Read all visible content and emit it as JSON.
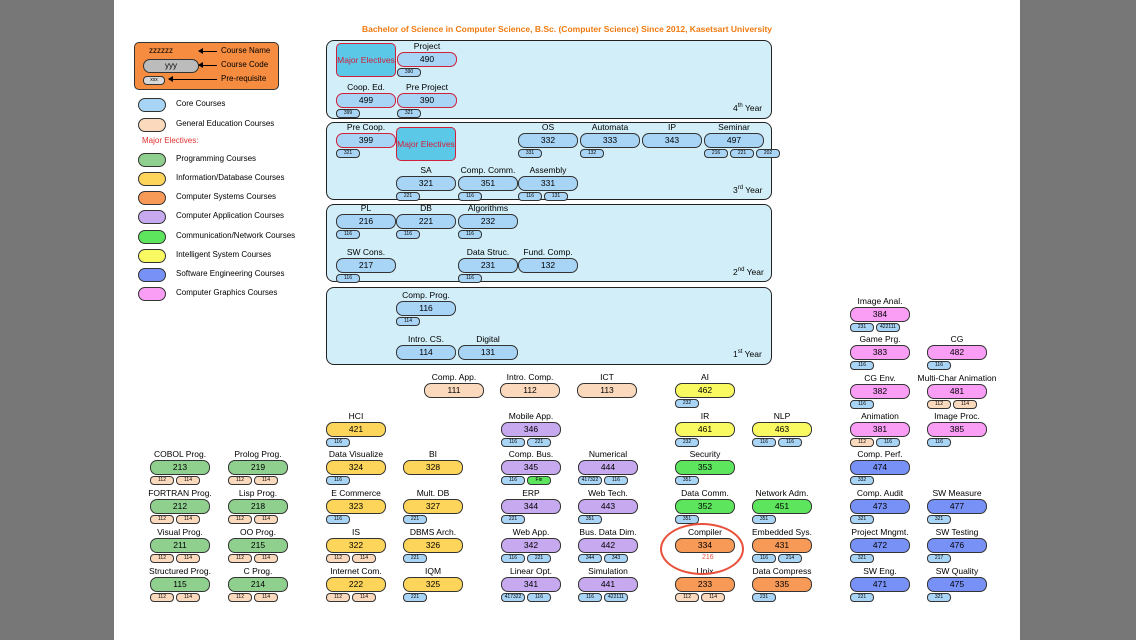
{
  "title": "Bachelor of Science in Computer Science, B.Sc. (Computer Science) Since 2012, Kasetsart University",
  "colors": {
    "core": "#a8d4f5",
    "gened": "#fbd9bd",
    "programming": "#8fd08f",
    "infodb": "#fdd55a",
    "systems": "#f79a58",
    "application": "#c7a9ef",
    "network": "#5de65d",
    "intelligent": "#f9f961",
    "swe": "#7891f7",
    "graphics": "#f99df5",
    "elective": "#5cc8e8"
  },
  "legend": {
    "sample_name": "zzzzzz",
    "sample_code": "yyy",
    "sample_pre": "xxx",
    "course_name_label": "Course Name",
    "course_code_label": "Course Code",
    "prereq_label": "Pre-requisite",
    "major_electives_label": "Major Electives:",
    "categories": [
      {
        "label": "Core Courses",
        "color": "core"
      },
      {
        "label": "General Education Courses",
        "color": "gened"
      },
      {
        "label": "Programming Courses",
        "color": "programming"
      },
      {
        "label": "Information/Database Courses",
        "color": "infodb"
      },
      {
        "label": "Computer Systems Courses",
        "color": "systems"
      },
      {
        "label": "Computer Application Courses",
        "color": "application"
      },
      {
        "label": "Communication/Network Courses",
        "color": "network"
      },
      {
        "label": "Intelligent System Courses",
        "color": "intelligent"
      },
      {
        "label": "Software Engineering Courses",
        "color": "swe"
      },
      {
        "label": "Computer Graphics Courses",
        "color": "graphics"
      }
    ]
  },
  "years": [
    {
      "label": "4",
      "suffix": "th",
      "word": " Year"
    },
    {
      "label": "3",
      "suffix": "rd",
      "word": " Year"
    },
    {
      "label": "2",
      "suffix": "nd",
      "word": " Year"
    },
    {
      "label": "1",
      "suffix": "st",
      "word": " Year"
    }
  ],
  "major_electives_box": "Major Electives",
  "courses": [
    {
      "name": "Project",
      "code": "490",
      "color": "core",
      "red": true,
      "pre": [
        "390"
      ]
    },
    {
      "name": "Coop. Ed.",
      "code": "499",
      "color": "core",
      "red": true,
      "pre": [
        "399"
      ]
    },
    {
      "name": "Pre Project",
      "code": "390",
      "color": "core",
      "red": true,
      "pre": [
        "321"
      ]
    },
    {
      "name": "Pre Coop.",
      "code": "399",
      "color": "core",
      "red": true,
      "pre": [
        "321"
      ]
    },
    {
      "name": "OS",
      "code": "332",
      "color": "core",
      "pre": [
        "331"
      ]
    },
    {
      "name": "Automata",
      "code": "333",
      "color": "core",
      "pre": [
        "132"
      ]
    },
    {
      "name": "IP",
      "code": "343",
      "color": "core",
      "pre": []
    },
    {
      "name": "Seminar",
      "code": "497",
      "color": "core",
      "pre": [
        "216",
        "221",
        "202"
      ]
    },
    {
      "name": "SA",
      "code": "321",
      "color": "core",
      "pre": [
        "221"
      ]
    },
    {
      "name": "Comp. Comm.",
      "code": "351",
      "color": "core",
      "pre": [
        "116"
      ]
    },
    {
      "name": "Assembly",
      "code": "331",
      "color": "core",
      "pre": [
        "116",
        "131"
      ]
    },
    {
      "name": "PL",
      "code": "216",
      "color": "core",
      "pre": [
        "116"
      ]
    },
    {
      "name": "DB",
      "code": "221",
      "color": "core",
      "pre": [
        "116"
      ]
    },
    {
      "name": "Algorithms",
      "code": "232",
      "color": "core",
      "pre": [
        "116"
      ]
    },
    {
      "name": "SW Cons.",
      "code": "217",
      "color": "core",
      "pre": [
        "116"
      ]
    },
    {
      "name": "Data Struc.",
      "code": "231",
      "color": "core",
      "pre": [
        "116"
      ]
    },
    {
      "name": "Fund. Comp.",
      "code": "132",
      "color": "core",
      "pre": []
    },
    {
      "name": "Comp. Prog.",
      "code": "116",
      "color": "core",
      "pre": [
        "114"
      ]
    },
    {
      "name": "Intro. CS.",
      "code": "114",
      "color": "core",
      "pre": []
    },
    {
      "name": "Digital",
      "code": "131",
      "color": "core",
      "pre": []
    },
    {
      "name": "Comp. App.",
      "code": "111",
      "color": "gened",
      "pre": []
    },
    {
      "name": "Intro. Comp.",
      "code": "112",
      "color": "gened",
      "pre": []
    },
    {
      "name": "ICT",
      "code": "113",
      "color": "gened",
      "pre": []
    },
    {
      "name": "AI",
      "code": "462",
      "color": "intelligent",
      "pre": [
        "232"
      ]
    },
    {
      "name": "HCI",
      "code": "421",
      "color": "infodb",
      "pre": [
        "116"
      ]
    },
    {
      "name": "Mobile App.",
      "code": "346",
      "color": "application",
      "pre": [
        "116",
        "221"
      ]
    },
    {
      "name": "IR",
      "code": "461",
      "color": "intelligent",
      "pre": [
        "232"
      ]
    },
    {
      "name": "NLP",
      "code": "463",
      "color": "intelligent",
      "pre": [
        "116",
        "116"
      ]
    },
    {
      "name": "COBOL Prog.",
      "code": "213",
      "color": "programming",
      "pre": [
        "112",
        "114"
      ]
    },
    {
      "name": "Prolog Prog.",
      "code": "219",
      "color": "programming",
      "pre": [
        "112",
        "114"
      ]
    },
    {
      "name": "Data Visualize",
      "code": "324",
      "color": "infodb",
      "pre": [
        "116"
      ]
    },
    {
      "name": "BI",
      "code": "328",
      "color": "infodb",
      "pre": []
    },
    {
      "name": "Comp. Bus.",
      "code": "345",
      "color": "application",
      "pre": [
        "116",
        "Fin"
      ]
    },
    {
      "name": "Numerical",
      "code": "444",
      "color": "application",
      "pre": [
        "417322",
        "116"
      ]
    },
    {
      "name": "Security",
      "code": "353",
      "color": "network",
      "pre": [
        "351"
      ]
    },
    {
      "name": "FORTRAN Prog.",
      "code": "212",
      "color": "programming",
      "pre": [
        "112",
        "114"
      ]
    },
    {
      "name": "Lisp Prog.",
      "code": "218",
      "color": "programming",
      "pre": [
        "112",
        "114"
      ]
    },
    {
      "name": "E Commerce",
      "code": "323",
      "color": "infodb",
      "pre": [
        "116"
      ]
    },
    {
      "name": "Mult. DB",
      "code": "327",
      "color": "infodb",
      "pre": [
        "221"
      ]
    },
    {
      "name": "ERP",
      "code": "344",
      "color": "application",
      "pre": [
        "221"
      ]
    },
    {
      "name": "Web Tech.",
      "code": "443",
      "color": "application",
      "pre": [
        "351"
      ]
    },
    {
      "name": "Data Comm.",
      "code": "352",
      "color": "network",
      "pre": [
        "351"
      ]
    },
    {
      "name": "Network Adm.",
      "code": "451",
      "color": "network",
      "pre": [
        "351"
      ]
    },
    {
      "name": "Visual Prog.",
      "code": "211",
      "color": "programming",
      "pre": [
        "112",
        "114"
      ]
    },
    {
      "name": "OO Prog.",
      "code": "215",
      "color": "programming",
      "pre": [
        "112",
        "114"
      ]
    },
    {
      "name": "IS",
      "code": "322",
      "color": "infodb",
      "pre": [
        "112",
        "114"
      ]
    },
    {
      "name": "DBMS Arch.",
      "code": "326",
      "color": "infodb",
      "pre": [
        "221"
      ]
    },
    {
      "name": "Web App.",
      "code": "342",
      "color": "application",
      "pre": [
        "116",
        "221"
      ]
    },
    {
      "name": "Bus. Data Dim.",
      "code": "442",
      "color": "application",
      "pre": [
        "344",
        "343"
      ]
    },
    {
      "name": "Compiler",
      "code": "334",
      "color": "systems",
      "pre": []
    },
    {
      "name": "Embedded Sys.",
      "code": "431",
      "color": "systems",
      "pre": [
        "116",
        "214"
      ]
    },
    {
      "name": "Structured Prog.",
      "code": "115",
      "color": "programming",
      "pre": [
        "112",
        "114"
      ]
    },
    {
      "name": "C Prog.",
      "code": "214",
      "color": "programming",
      "pre": [
        "112",
        "114"
      ]
    },
    {
      "name": "Internet Com.",
      "code": "222",
      "color": "infodb",
      "pre": [
        "112",
        "114"
      ]
    },
    {
      "name": "IQM",
      "code": "325",
      "color": "infodb",
      "pre": [
        "221"
      ]
    },
    {
      "name": "Linear Opt.",
      "code": "341",
      "color": "application",
      "pre": [
        "417322",
        "116"
      ]
    },
    {
      "name": "Simulation",
      "code": "441",
      "color": "application",
      "pre": [
        "116",
        "422111"
      ]
    },
    {
      "name": "Unix",
      "code": "233",
      "color": "systems",
      "pre": [
        "112",
        "114"
      ]
    },
    {
      "name": "Data Compress",
      "code": "335",
      "color": "systems",
      "pre": [
        "231"
      ]
    },
    {
      "name": "Image Anal.",
      "code": "384",
      "color": "graphics",
      "pre": [
        "231",
        "422111"
      ]
    },
    {
      "name": "Game Prg.",
      "code": "383",
      "color": "graphics",
      "pre": [
        "116"
      ]
    },
    {
      "name": "CG",
      "code": "482",
      "color": "graphics",
      "pre": [
        "116"
      ]
    },
    {
      "name": "CG Env.",
      "code": "382",
      "color": "graphics",
      "pre": [
        "116"
      ]
    },
    {
      "name": "Multi-Char Animation",
      "code": "481",
      "color": "graphics",
      "pre": [
        "112",
        "114"
      ]
    },
    {
      "name": "Animation",
      "code": "381",
      "color": "graphics",
      "pre": [
        "112",
        "116"
      ]
    },
    {
      "name": "Image Proc.",
      "code": "385",
      "color": "graphics",
      "pre": [
        "116"
      ]
    },
    {
      "name": "Comp. Perf.",
      "code": "474",
      "color": "swe",
      "pre": [
        "332"
      ]
    },
    {
      "name": "Comp. Audit",
      "code": "473",
      "color": "swe",
      "pre": [
        "321"
      ]
    },
    {
      "name": "SW Measure",
      "code": "477",
      "color": "swe",
      "pre": [
        "321"
      ]
    },
    {
      "name": "Project Mngmt.",
      "code": "472",
      "color": "swe",
      "pre": [
        "321"
      ]
    },
    {
      "name": "SW Testing",
      "code": "476",
      "color": "swe",
      "pre": [
        "217"
      ]
    },
    {
      "name": "SW Eng.",
      "code": "471",
      "color": "swe",
      "pre": [
        "221"
      ]
    },
    {
      "name": "SW Quality",
      "code": "475",
      "color": "swe",
      "pre": [
        "321"
      ]
    }
  ],
  "compiler_prereq": "216"
}
